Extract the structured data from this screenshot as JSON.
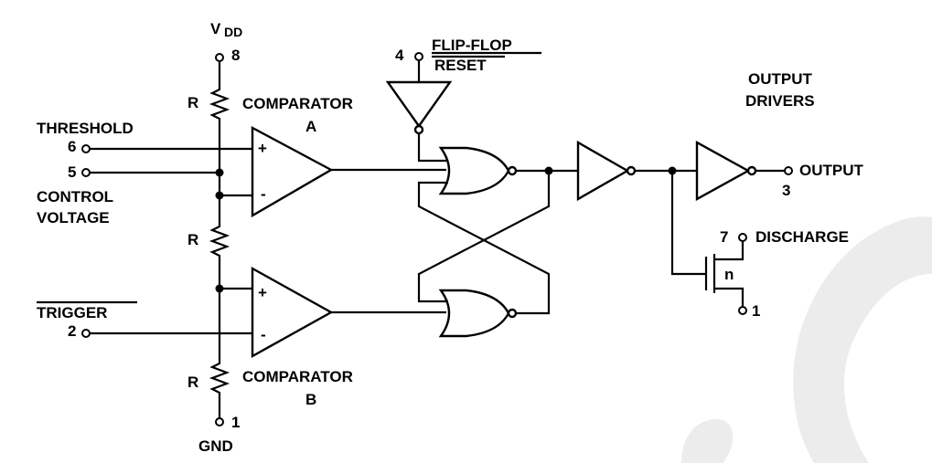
{
  "diagram": {
    "supply": {
      "label_main": "V",
      "label_sub": "DD",
      "pin": "8"
    },
    "ground": {
      "label": "GND",
      "pin": "1"
    },
    "resistor_label": "R",
    "threshold": {
      "label": "THRESHOLD",
      "pin": "6"
    },
    "control": {
      "pin": "5",
      "label_line1": "CONTROL",
      "label_line2": "VOLTAGE"
    },
    "trigger": {
      "label": "TRIGGER",
      "pin": "2"
    },
    "comparator_a": {
      "line1": "COMPARATOR",
      "line2": "A"
    },
    "comparator_b": {
      "line1": "COMPARATOR",
      "line2": "B"
    },
    "plus_sign": "+",
    "minus_sign": "-",
    "reset": {
      "pin": "4",
      "line1": "FLIP-FLOP",
      "line2": "RESET"
    },
    "output_drivers": {
      "line1": "OUTPUT",
      "line2": "DRIVERS"
    },
    "output": {
      "label": "OUTPUT",
      "pin": "3"
    },
    "discharge": {
      "pin": "7",
      "label": "DISCHARGE",
      "emitter_pin": "1",
      "channel": "n"
    }
  }
}
